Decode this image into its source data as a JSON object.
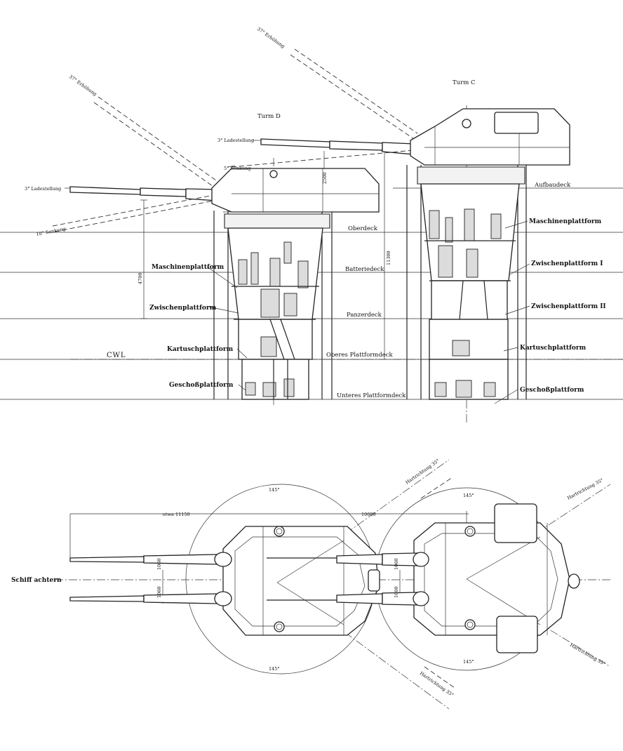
{
  "labels": {
    "turm_d": "Turm D",
    "turm_c": "Turm C",
    "erhoehung_d": "37° Erhöhung",
    "erhoehung_c": "37° Erhöhung",
    "ladestellung_3": "3° Ladestellung",
    "ladestellung_3_d": "3° Ladestellung",
    "senkung_5": "5° Senkung",
    "senkung_10": "10° Senkung",
    "aufbaudeck": "Aufbaudeck",
    "oberdeck": "Oberdeck",
    "batteriedeck": "Batteriedeck",
    "panzerdeck": "Panzerdeck",
    "oberes_plattformdeck": "Oberes Plattformdeck",
    "unteres_plattformdeck": "Unteres Plattformdeck",
    "maschinenplattform_d": "Maschinenplattform",
    "maschinenplattform_c": "Maschinenplattform",
    "zwischenplattform_d": "Zwischenplattform",
    "zwischenplattform_1": "Zwischenplattform I",
    "zwischenplattform_2": "Zwischenplattform II",
    "kartuschplattform_d": "Kartuschplattform",
    "kartuschplattform_c": "Kartuschplattform",
    "geschossplattform_d": "Geschoßplattform",
    "geschossplattform_c": "Geschoßplattform",
    "cwl": "CWL",
    "schiff_achtern": "Schiff achtern",
    "etwa": "etwa 11150",
    "dim_10600": "10600",
    "dim_11300": "11300",
    "dim_4700": "4700",
    "dim_2500": "2500",
    "dim_1060a": "1060",
    "dim_1060b": "1060",
    "dim_1060c": "1060",
    "dim_1060d": "1060",
    "angle_145_a": "145°",
    "angle_145_b": "145°",
    "angle_145_c": "145°",
    "angle_145_d": "145°",
    "hartrichtung_1": "Hartrichtung 35°",
    "hartrichtung_2": "Hartrichtung 35°",
    "hartrichtung_3": "Hartrichtung 35°",
    "hartrichtung_4": "Hartrichtung 35°"
  }
}
